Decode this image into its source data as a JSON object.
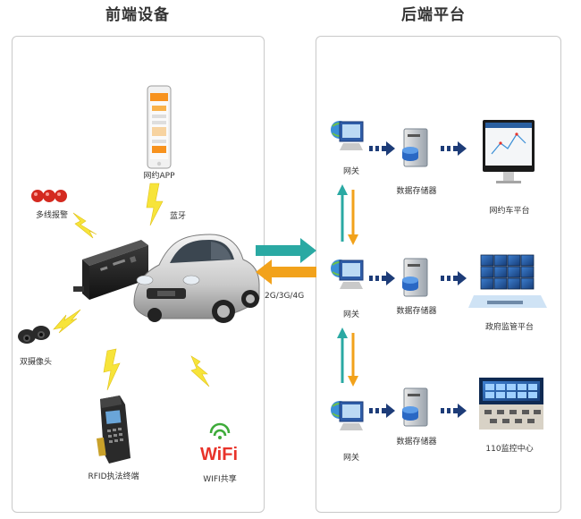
{
  "front": {
    "title": "前端设备",
    "labels": {
      "app": "网约APP",
      "bluetooth": "蓝牙",
      "alarm": "多线报警",
      "camera": "双摄像头",
      "rfid": "RFID执法终端",
      "wifi": "WIFI共享",
      "wifi_logo": "WiFi"
    }
  },
  "link": {
    "label": "2G/3G/4G"
  },
  "back": {
    "title": "后端平台",
    "rows": [
      {
        "gateway": "网关",
        "storage": "数据存储器",
        "platform": "网约车平台"
      },
      {
        "gateway": "网关",
        "storage": "数据存储器",
        "platform": "政府监管平台"
      },
      {
        "gateway": "网关",
        "storage": "数据存储器",
        "platform": "110监控中心"
      }
    ]
  },
  "colors": {
    "teal": "#2aa9a3",
    "orange": "#f2a21b",
    "navy": "#1d3c78",
    "lightning": "#f7e43a",
    "alarm_red": "#d42a20"
  }
}
